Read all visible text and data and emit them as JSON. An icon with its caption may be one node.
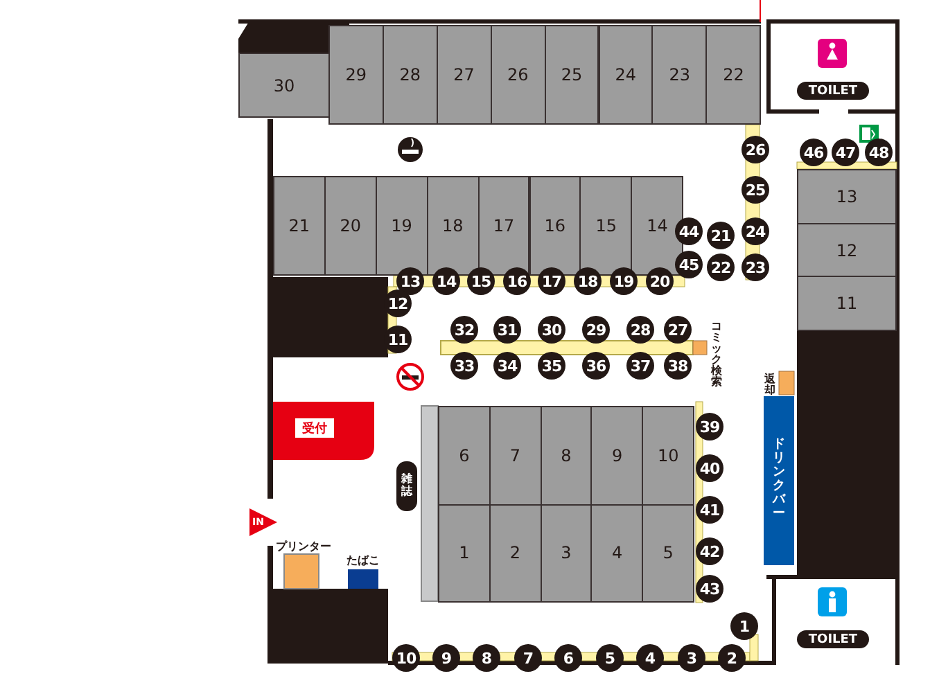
{
  "diagram": {
    "nodes": [
      {
        "text": [
          "30"
        ]
      },
      {
        "text": [
          "29"
        ]
      },
      {
        "text": [
          "28"
        ]
      },
      {
        "text": [
          "27"
        ]
      },
      {
        "text": [
          "26"
        ]
      },
      {
        "text": [
          "25"
        ]
      },
      {
        "text": [
          "24"
        ]
      },
      {
        "text": [
          "23"
        ]
      },
      {
        "text": [
          "22"
        ]
      },
      {
        "text": [
          "21"
        ]
      },
      {
        "text": [
          "20"
        ]
      },
      {
        "text": [
          "19"
        ]
      },
      {
        "text": [
          "18"
        ]
      },
      {
        "text": [
          "17"
        ]
      },
      {
        "text": [
          "16"
        ]
      },
      {
        "text": [
          "15"
        ]
      },
      {
        "text": [
          "14"
        ]
      },
      {
        "text": [
          "13"
        ]
      },
      {
        "text": [
          "12"
        ]
      },
      {
        "text": [
          "11"
        ]
      },
      {
        "text": [
          "6"
        ]
      },
      {
        "text": [
          "7"
        ]
      },
      {
        "text": [
          "8"
        ]
      },
      {
        "text": [
          "9"
        ]
      },
      {
        "text": [
          "10"
        ]
      },
      {
        "text": [
          "1"
        ]
      },
      {
        "text": [
          "2"
        ]
      },
      {
        "text": [
          "3"
        ]
      },
      {
        "text": [
          "4"
        ]
      },
      {
        "text": [
          "5"
        ]
      },
      {
        "text": [
          "26"
        ]
      },
      {
        "text": [
          "25"
        ]
      },
      {
        "text": [
          "46"
        ]
      },
      {
        "text": [
          "47"
        ]
      },
      {
        "text": [
          "48"
        ]
      },
      {
        "text": [
          "44"
        ]
      },
      {
        "text": [
          "21"
        ]
      },
      {
        "text": [
          "24"
        ]
      },
      {
        "text": [
          "45"
        ]
      },
      {
        "text": [
          "22"
        ]
      },
      {
        "text": [
          "23"
        ]
      },
      {
        "text": [
          "13"
        ]
      },
      {
        "text": [
          "14"
        ]
      },
      {
        "text": [
          "15"
        ]
      },
      {
        "text": [
          "16"
        ]
      },
      {
        "text": [
          "17"
        ]
      },
      {
        "text": [
          "18"
        ]
      },
      {
        "text": [
          "19"
        ]
      },
      {
        "text": [
          "20"
        ]
      },
      {
        "text": [
          "12"
        ]
      },
      {
        "text": [
          "11"
        ]
      },
      {
        "text": [
          "32"
        ]
      },
      {
        "text": [
          "31"
        ]
      },
      {
        "text": [
          "30"
        ]
      },
      {
        "text": [
          "29"
        ]
      },
      {
        "text": [
          "28"
        ]
      },
      {
        "text": [
          "27"
        ]
      },
      {
        "text": [
          "33"
        ]
      },
      {
        "text": [
          "34"
        ]
      },
      {
        "text": [
          "35"
        ]
      },
      {
        "text": [
          "36"
        ]
      },
      {
        "text": [
          "37"
        ]
      },
      {
        "text": [
          "38"
        ]
      },
      {
        "text": [
          "39"
        ]
      },
      {
        "text": [
          "40"
        ]
      },
      {
        "text": [
          "41"
        ]
      },
      {
        "text": [
          "42"
        ]
      },
      {
        "text": [
          "43"
        ]
      },
      {
        "text": [
          "1"
        ]
      },
      {
        "text": [
          "10"
        ]
      },
      {
        "text": [
          "9"
        ]
      },
      {
        "text": [
          "8"
        ]
      },
      {
        "text": [
          "7"
        ]
      },
      {
        "text": [
          "6"
        ]
      },
      {
        "text": [
          "5"
        ]
      },
      {
        "text": [
          "4"
        ]
      },
      {
        "text": [
          "3"
        ]
      },
      {
        "text": [
          "2"
        ]
      },
      {
        "text": [
          "TOILET"
        ]
      },
      {
        "text": [
          "コミック検索"
        ]
      },
      {
        "text": [
          "返却"
        ]
      },
      {
        "text": [
          "ドリンクバー"
        ]
      },
      {
        "text": [
          "受付"
        ]
      },
      {
        "text": [
          "雑誌"
        ]
      },
      {
        "text": [
          "IN"
        ]
      },
      {
        "text": [
          "プリンター"
        ]
      },
      {
        "text": [
          "たばこ"
        ]
      },
      {
        "text": [
          "TOILET"
        ]
      }
    ]
  }
}
